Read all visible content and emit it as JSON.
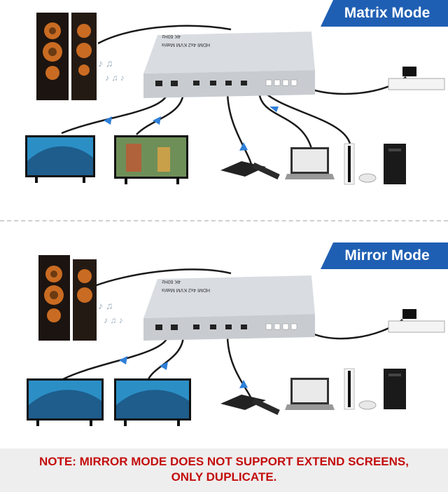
{
  "matrix": {
    "title": "Matrix Mode",
    "device_label": "HDMI 4x2 KVM Matrix",
    "device_sub": "4K 60Hz",
    "brand": "HDMI"
  },
  "mirror": {
    "title": "Mirror Mode",
    "device_label": "HDMI 4x2 KVM Matrix",
    "device_sub": "4K 60Hz",
    "brand": "HDMI"
  },
  "note": {
    "line1": "NOTE: MIRROR MODE DOES NOT SUPPORT EXTEND SCREENS,",
    "line2": "ONLY DUPLICATE."
  },
  "colors": {
    "banner": "#1f5fb3",
    "note_text": "#c40d0d",
    "arrow": "#2f7fd8"
  }
}
